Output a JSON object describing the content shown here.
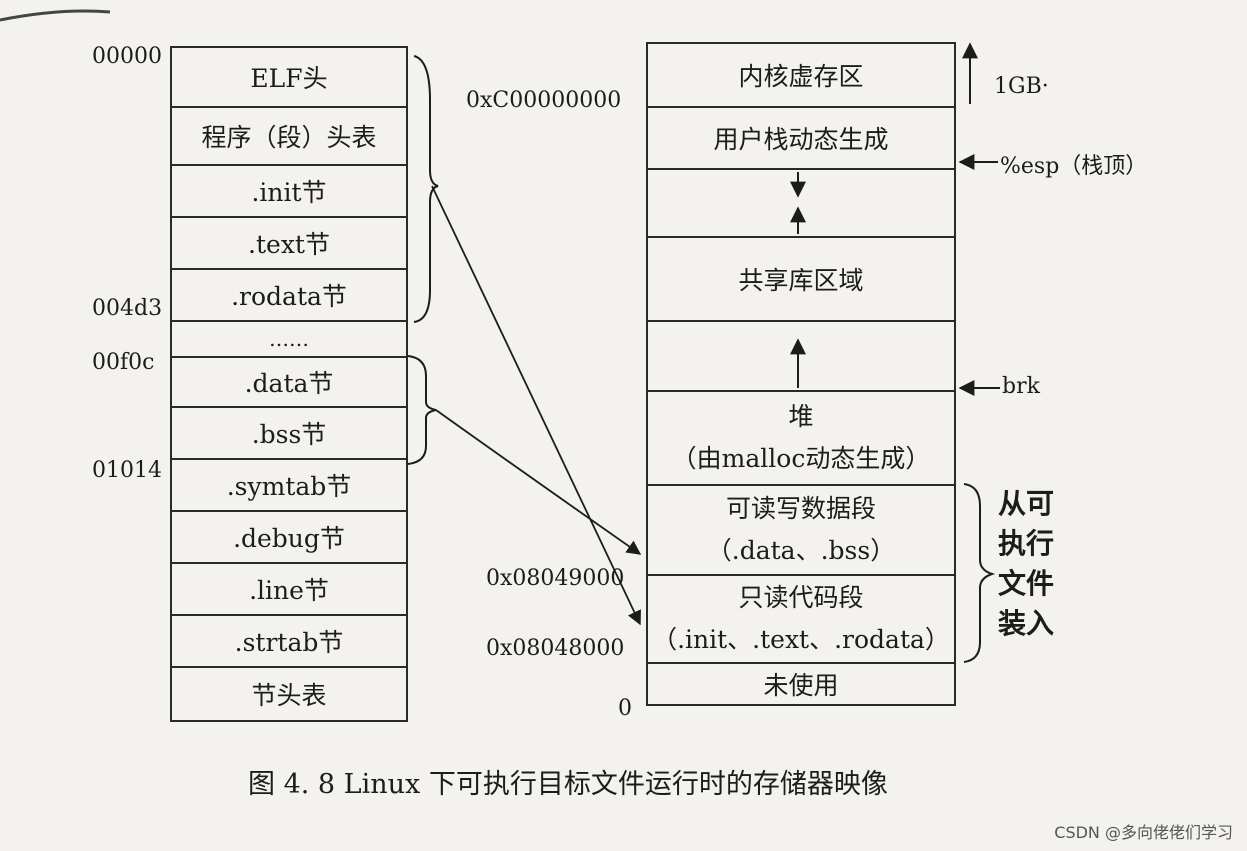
{
  "left_column": {
    "sections": [
      {
        "label": "ELF头"
      },
      {
        "label": "程序（段）头表"
      },
      {
        "label": ".init节"
      },
      {
        "label": ".text节"
      },
      {
        "label": ".rodata节"
      },
      {
        "label": "……"
      },
      {
        "label": ".data节"
      },
      {
        "label": ".bss节"
      },
      {
        "label": ".symtab节"
      },
      {
        "label": ".debug节"
      },
      {
        "label": ".line节"
      },
      {
        "label": ".strtab节"
      },
      {
        "label": "节头表"
      }
    ],
    "offsets": [
      "00000",
      "004d3",
      "00f0c",
      "01014"
    ]
  },
  "right_column": {
    "regions": [
      {
        "label": "内核虚存区"
      },
      {
        "label": "用户栈动态生成"
      },
      {
        "label": ""
      },
      {
        "label": "共享库区域"
      },
      {
        "label": ""
      },
      {
        "label_line1": "堆",
        "label_line2": "（由malloc动态生成）"
      },
      {
        "label_line1": "可读写数据段",
        "label_line2": "（.data、.bss）"
      },
      {
        "label_line1": "只读代码段",
        "label_line2": "（.init、.text、.rodata）"
      },
      {
        "label": "未使用"
      }
    ],
    "addresses": {
      "kernel_start": "0xC00000000",
      "data_start": "0x08049000",
      "code_start": "0x08048000",
      "zero": "0"
    }
  },
  "annotations": {
    "kernel_size": "1GB·",
    "stack_top": "%esp（栈顶）",
    "brk": "brk",
    "loaded_from": "从可执行文件装入"
  },
  "caption": "图 4. 8    Linux 下可执行目标文件运行时的存储器映像",
  "watermark": "CSDN @多向佬佬们学习"
}
